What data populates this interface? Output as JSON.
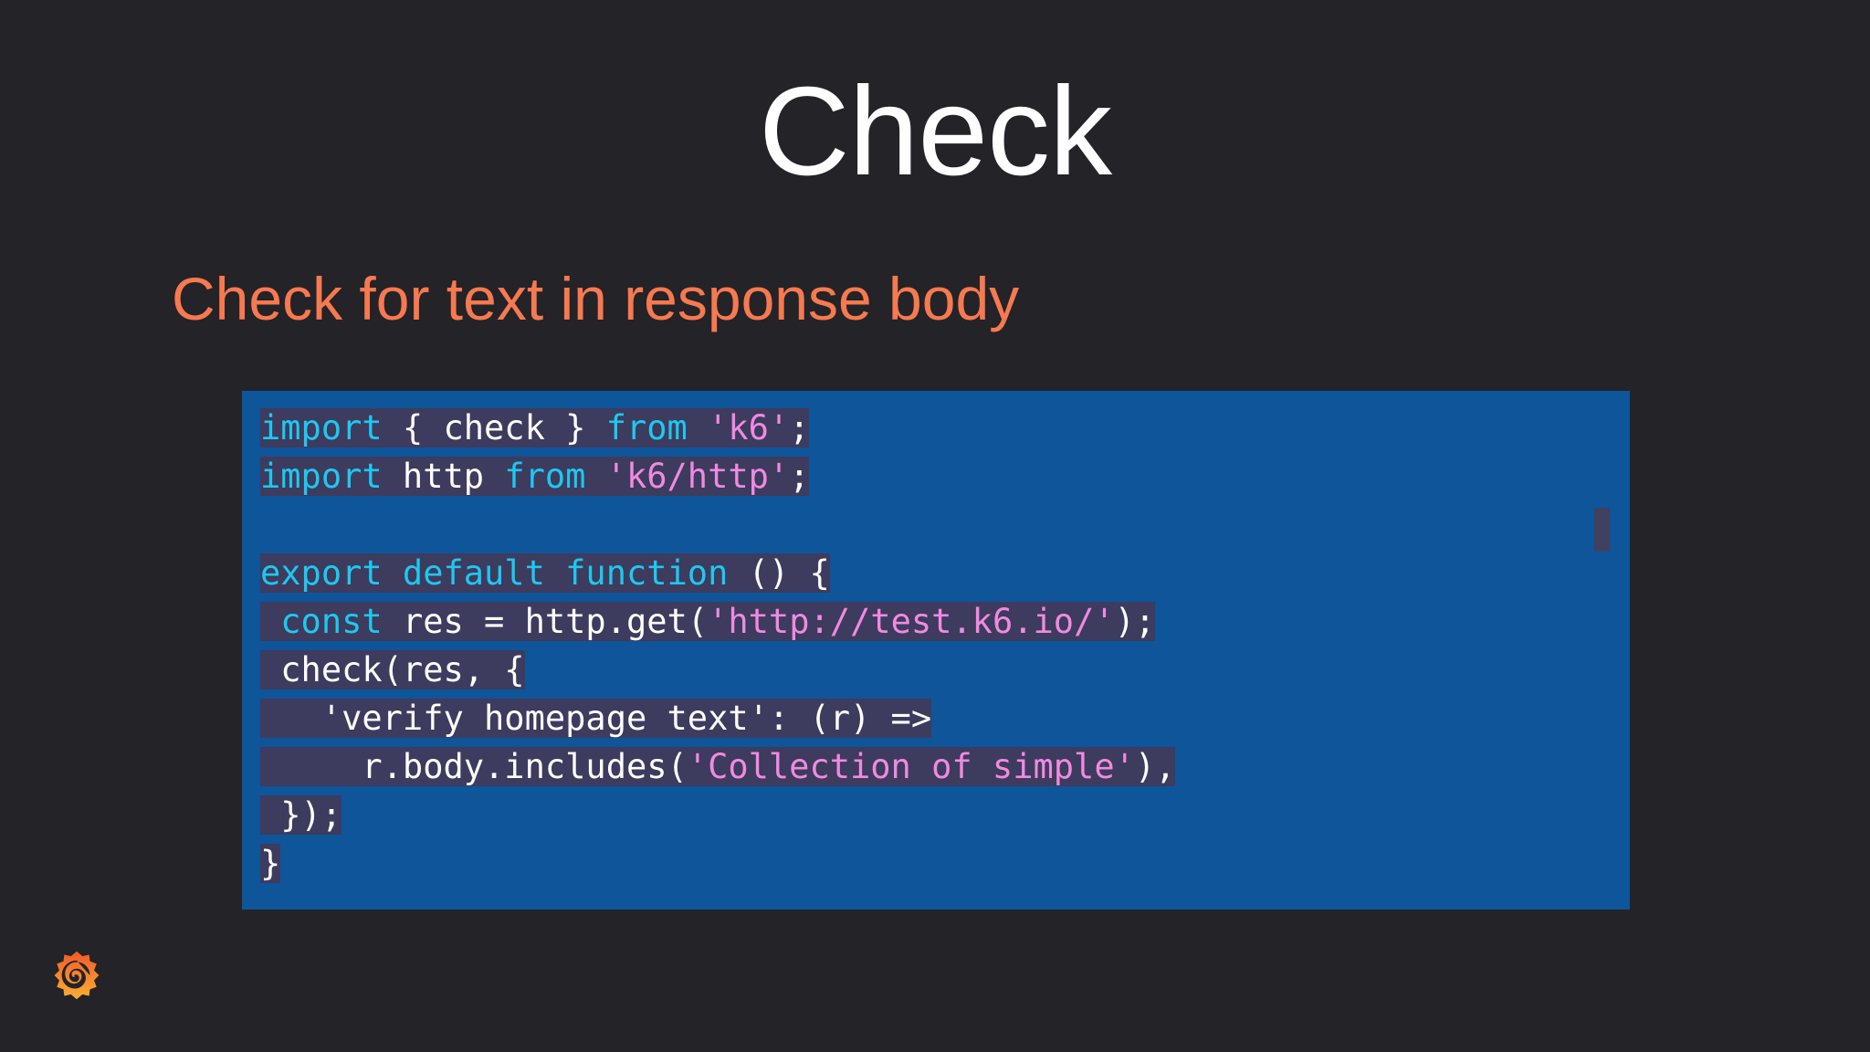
{
  "slide": {
    "background_color": "#232328",
    "title": "Check",
    "subtitle": "Check for text in response body",
    "subtitle_color": "#f7794f",
    "title_color": "#ffffff"
  },
  "code_block": {
    "background_color": "#0f5599",
    "line_highlight_color": "#3d3b5e",
    "language": "javascript",
    "scrollbar": {
      "thumb_color": "#40405f",
      "visible": true
    },
    "lines": [
      {
        "index": 1,
        "text": "import { check } from 'k6';",
        "tokens": [
          {
            "text": "import",
            "type": "keyword"
          },
          {
            "text": " { check } ",
            "type": "plain"
          },
          {
            "text": "from",
            "type": "keyword"
          },
          {
            "text": " ",
            "type": "plain"
          },
          {
            "text": "'k6'",
            "type": "string"
          },
          {
            "text": ";",
            "type": "plain"
          }
        ]
      },
      {
        "index": 2,
        "text": "import http from 'k6/http';",
        "tokens": [
          {
            "text": "import",
            "type": "keyword"
          },
          {
            "text": " http ",
            "type": "plain"
          },
          {
            "text": "from",
            "type": "keyword"
          },
          {
            "text": " ",
            "type": "plain"
          },
          {
            "text": "'k6/http'",
            "type": "string"
          },
          {
            "text": ";",
            "type": "plain"
          }
        ]
      },
      {
        "index": 3,
        "text": "",
        "blank": true,
        "tokens": []
      },
      {
        "index": 4,
        "text": "export default function () {",
        "tokens": [
          {
            "text": "export default function",
            "type": "keyword"
          },
          {
            "text": " () {",
            "type": "plain"
          }
        ]
      },
      {
        "index": 5,
        "text": " const res = http.get('http://test.k6.io/');",
        "tokens": [
          {
            "text": " ",
            "type": "plain"
          },
          {
            "text": "const",
            "type": "keyword"
          },
          {
            "text": " res = http.get(",
            "type": "plain"
          },
          {
            "text": "'http://test.k6.io/'",
            "type": "string"
          },
          {
            "text": ");",
            "type": "plain"
          }
        ]
      },
      {
        "index": 6,
        "text": " check(res, {",
        "tokens": [
          {
            "text": " check(res, {",
            "type": "plain"
          }
        ]
      },
      {
        "index": 7,
        "text": "   'verify homepage text': (r) =>",
        "tokens": [
          {
            "text": "   'verify homepage text': (r) =>",
            "type": "plain"
          }
        ]
      },
      {
        "index": 8,
        "text": "     r.body.includes('Collection of simple'),",
        "tokens": [
          {
            "text": "     r.body.includes(",
            "type": "plain"
          },
          {
            "text": "'Collection of simple'",
            "type": "string"
          },
          {
            "text": "),",
            "type": "plain"
          }
        ]
      },
      {
        "index": 9,
        "text": " });",
        "tokens": [
          {
            "text": " });",
            "type": "plain"
          }
        ]
      },
      {
        "index": 10,
        "text": "}",
        "tokens": [
          {
            "text": "}",
            "type": "plain"
          }
        ]
      }
    ]
  },
  "footer": {
    "logo_name": "grafana-logo",
    "logo_colors": [
      "#f05a28",
      "#fbb033"
    ]
  }
}
